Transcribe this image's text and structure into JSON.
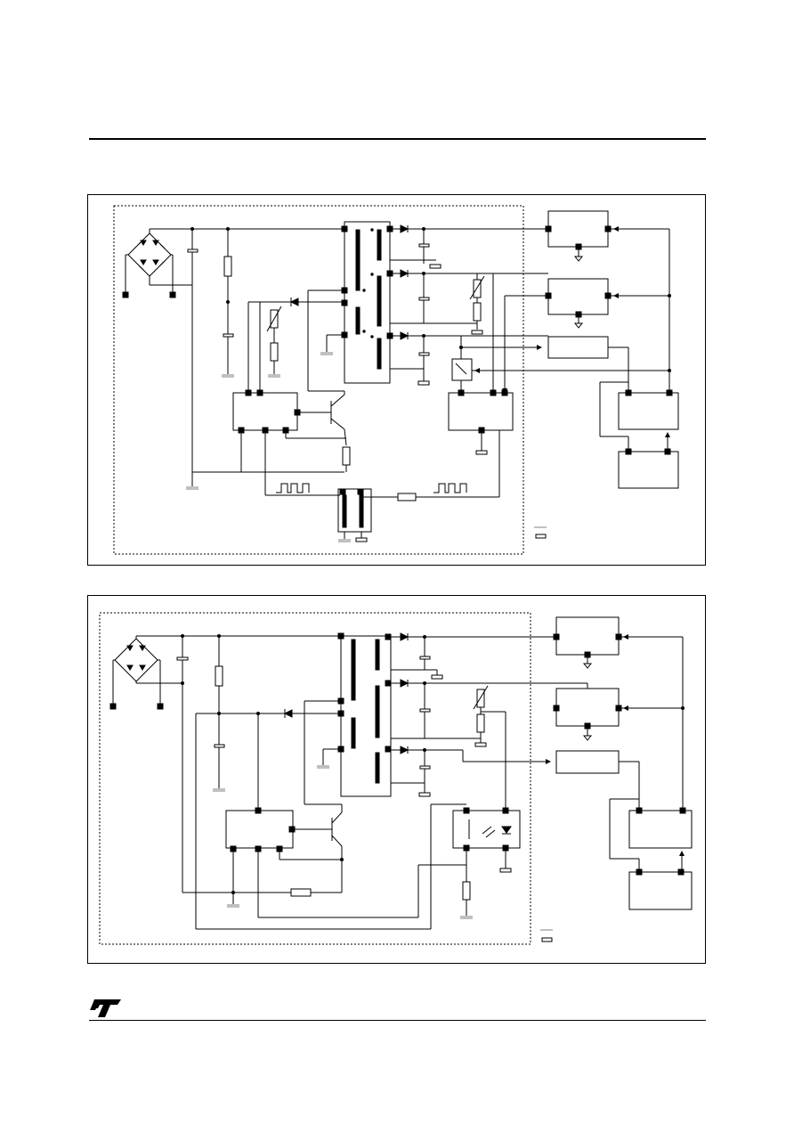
{
  "page": {
    "logo_text": "ST"
  },
  "diagrams": [
    {
      "ground_legend_items": 2
    },
    {
      "ground_legend_items": 2
    }
  ],
  "colors": {
    "line": "#000000",
    "ground": "#c0c0c0"
  }
}
